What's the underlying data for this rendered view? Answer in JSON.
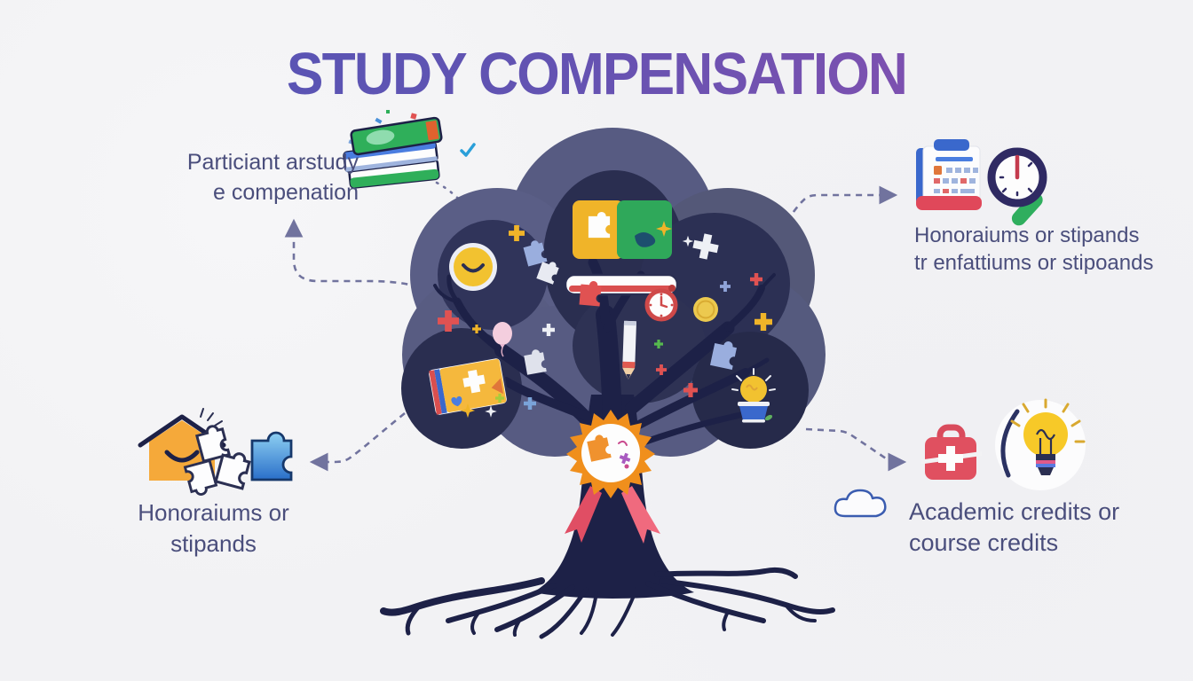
{
  "title": {
    "text": "STUDY COMPENSATION"
  },
  "callouts": {
    "top_left": {
      "line1": "Particiant arstudy",
      "line2": "e compenation",
      "icons": [
        "book-stack",
        "confetti",
        "check-mark"
      ]
    },
    "top_right": {
      "line1": "Honoraiums or stipands",
      "line2": "tr enfattiums or stipoands",
      "icons": [
        "calendar-clipboard",
        "clock-magnifier"
      ]
    },
    "bottom_left": {
      "line1": "Honoraiums or",
      "line2": "stipands",
      "icons": [
        "house-smile",
        "puzzle-outline-cluster",
        "puzzle-blue"
      ]
    },
    "bottom_right": {
      "line1": "Academic credits or",
      "line2": "course credits",
      "icons": [
        "first-aid-kit",
        "lightbulb-circle",
        "cloud-outline"
      ]
    }
  },
  "tree": {
    "badge_icons": [
      "puzzle-piece",
      "scribble-figure"
    ],
    "canopy_icons": [
      "closed-book",
      "smiley-face",
      "clock",
      "coin",
      "pencil",
      "balloon",
      "member-card",
      "lightbulb-pot",
      "puzzle-pieces",
      "plus-marks",
      "sparkle-stars"
    ]
  },
  "colors": {
    "background": "#f2f2f4",
    "title_gradient_start": "#5355b5",
    "title_gradient_end": "#8e4fae",
    "canopy_outer": "#575b82",
    "canopy_inner": "#2e3254",
    "trunk": "#1d2147",
    "label_text": "#4a4e7c",
    "connector": "#71739e",
    "accent_yellow": "#f2c230",
    "accent_orange": "#f08f1c",
    "accent_red": "#e05252",
    "accent_green": "#2faf5a",
    "accent_blue": "#3a68cc",
    "ribbon_pink": "#e8506a"
  }
}
